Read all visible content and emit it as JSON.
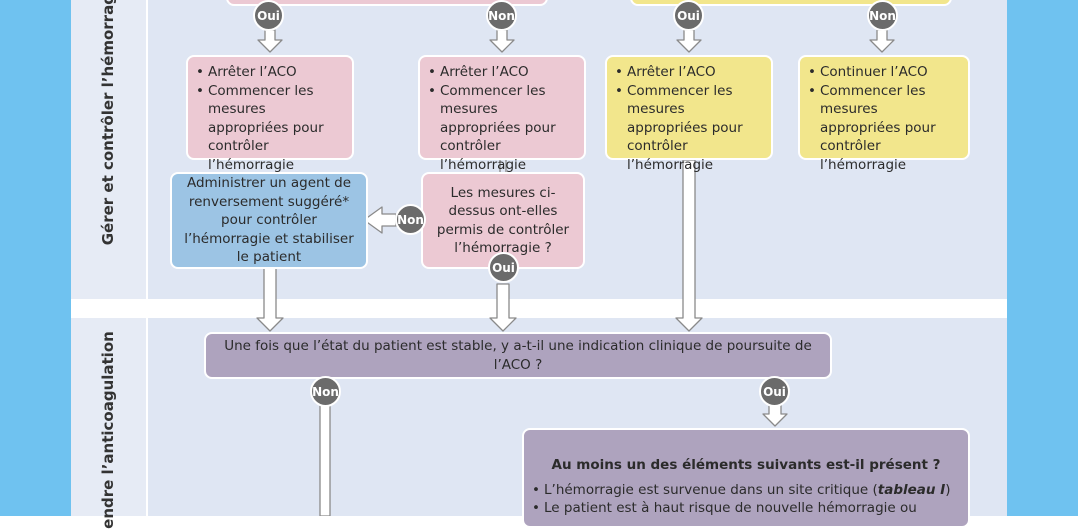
{
  "sections": {
    "top_label": "Gérer et contrôler l’hémorragie",
    "bottom_label": "endre l’anticoagulation"
  },
  "badges": {
    "yes": "Oui",
    "no": "Non"
  },
  "boxes": {
    "pink1": [
      "Arrêter l’ACO",
      "Commencer les mesures appropriées pour contrôler l’hémorragie"
    ],
    "pink2": [
      "Arrêter l’ACO",
      "Commencer les mesures appropriées pour contrôler l’hémorragie"
    ],
    "yellow1": [
      "Arrêter l’ACO",
      "Commencer les mesures appropriées pour contrôler l’hémorragie"
    ],
    "yellow2": [
      "Continuer l’ACO",
      "Commencer les mesures appropriées pour contrôler l’hémorragie"
    ],
    "reversal": "Administrer un agent de renversement suggéré* pour contrôler l’hémorragie et stabiliser le patient",
    "question_measures": "Les mesures ci-dessus ont-elles permis de contrôler l’hémorragie ?",
    "question_resume": "Une fois que l’état du patient est stable, y a-t-il une indication clinique de poursuite de l’ACO ?",
    "criteria": {
      "title": "Au moins un des éléments suivants est-il présent ?",
      "item1_prefix": "L’hémorragie est survenue dans un site critique (",
      "item1_ref": "tableau I",
      "item1_suffix": ")",
      "item2": "Le patient est à haut risque de nouvelle hémorragie ou"
    }
  },
  "colors": {
    "pink": "#ecc9d3",
    "yellow": "#f2e68c",
    "blue": "#9cc4e4",
    "purple": "#aea3be",
    "badge": "#6b6b6b",
    "panel": "#dfe6f3",
    "frame": "#6fc2f0"
  }
}
